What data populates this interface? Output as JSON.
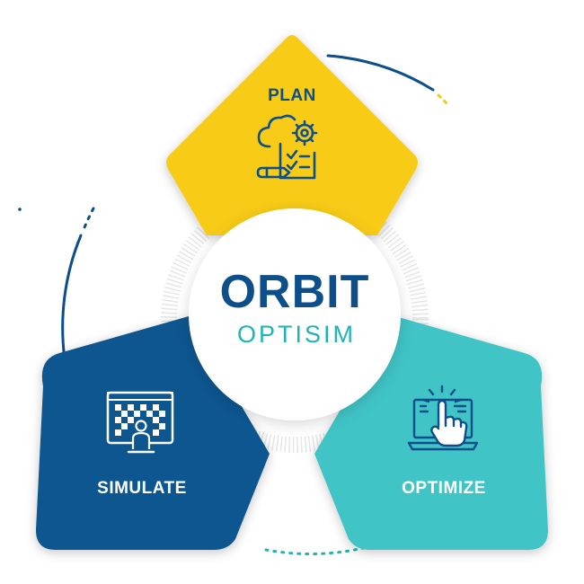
{
  "diagram": {
    "center": {
      "title": "ORBIT",
      "subtitle": "OPTISIM"
    },
    "segments": [
      {
        "id": "plan",
        "label": "PLAN",
        "icon": "planning-gear-document-icon",
        "color": "#f7cb15"
      },
      {
        "id": "simulate",
        "label": "SIMULATE",
        "icon": "simulation-monitor-icon",
        "color": "#0d5690"
      },
      {
        "id": "optimize",
        "label": "OPTIMIZE",
        "icon": "optimize-touch-screen-icon",
        "color": "#3fc4c6"
      }
    ],
    "colors": {
      "title": "#0d4f8b",
      "subtitle": "#1eb3b4",
      "icon_plan": "#0d4f8b",
      "icon_light": "#ffffff",
      "orbit": "#0d4f8b",
      "orbit_accent": "#f7cb15"
    }
  }
}
